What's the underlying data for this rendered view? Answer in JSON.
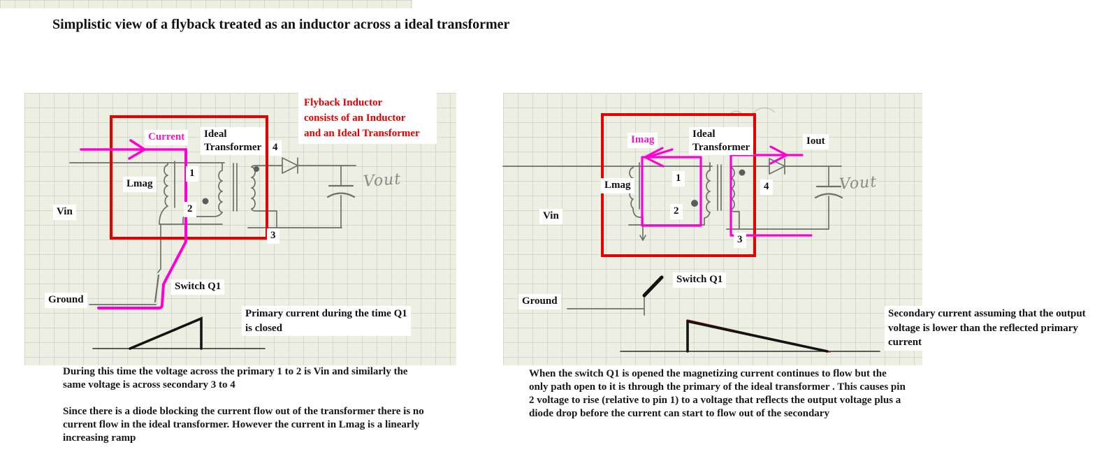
{
  "title": "Simplistic view of a flyback treated as an inductor across a ideal transformer",
  "colors": {
    "paper": "#edefe2",
    "red_annotation": "#e60000",
    "magenta_annotation": "#ff00d4",
    "pencil": "#6f6f6f",
    "ink": "#141414"
  },
  "left": {
    "note": "Flyback Inductor\nconsists of  an Inductor\nand an Ideal Transformer",
    "current": "Current",
    "ideal_transformer": "Ideal\nTransformer",
    "lmag": "Lmag",
    "vin": "Vin",
    "ground": "Ground",
    "switch_q1": "Switch Q1",
    "pin1": "1",
    "pin2": "2",
    "pin3": "3",
    "pin4": "4",
    "vout": "Vout",
    "waveform_caption": "Primary current during the time Q1 is closed",
    "para1": "During this time the voltage across the primary 1 to 2 is Vin and similarly the same voltage is across secondary 3 to 4",
    "para2": "Since there is a diode blocking the current flow out of the transformer there is no current flow in the ideal transformer. However the current in Lmag is a linearly increasing ramp"
  },
  "right": {
    "imag": "Imag",
    "iout": "Iout",
    "ideal_transformer": "Ideal\nTransformer",
    "lmag": "Lmag",
    "vin": "Vin",
    "ground": "Ground",
    "switch_q1": "Switch Q1",
    "pin1": "1",
    "pin2": "2",
    "pin3": "3",
    "pin4": "4",
    "vout": "Vout",
    "waveform_caption": "Secondary current assuming that the output voltage is lower than the reflected primary current",
    "para1": "When the switch Q1 is opened the magnetizing current continues to flow but the only path open to it is through the primary of the ideal transformer . This causes pin 2 voltage to rise (relative to pin 1) to a voltage that reflects the output voltage plus a diode drop before the current can start to flow out of the secondary"
  }
}
